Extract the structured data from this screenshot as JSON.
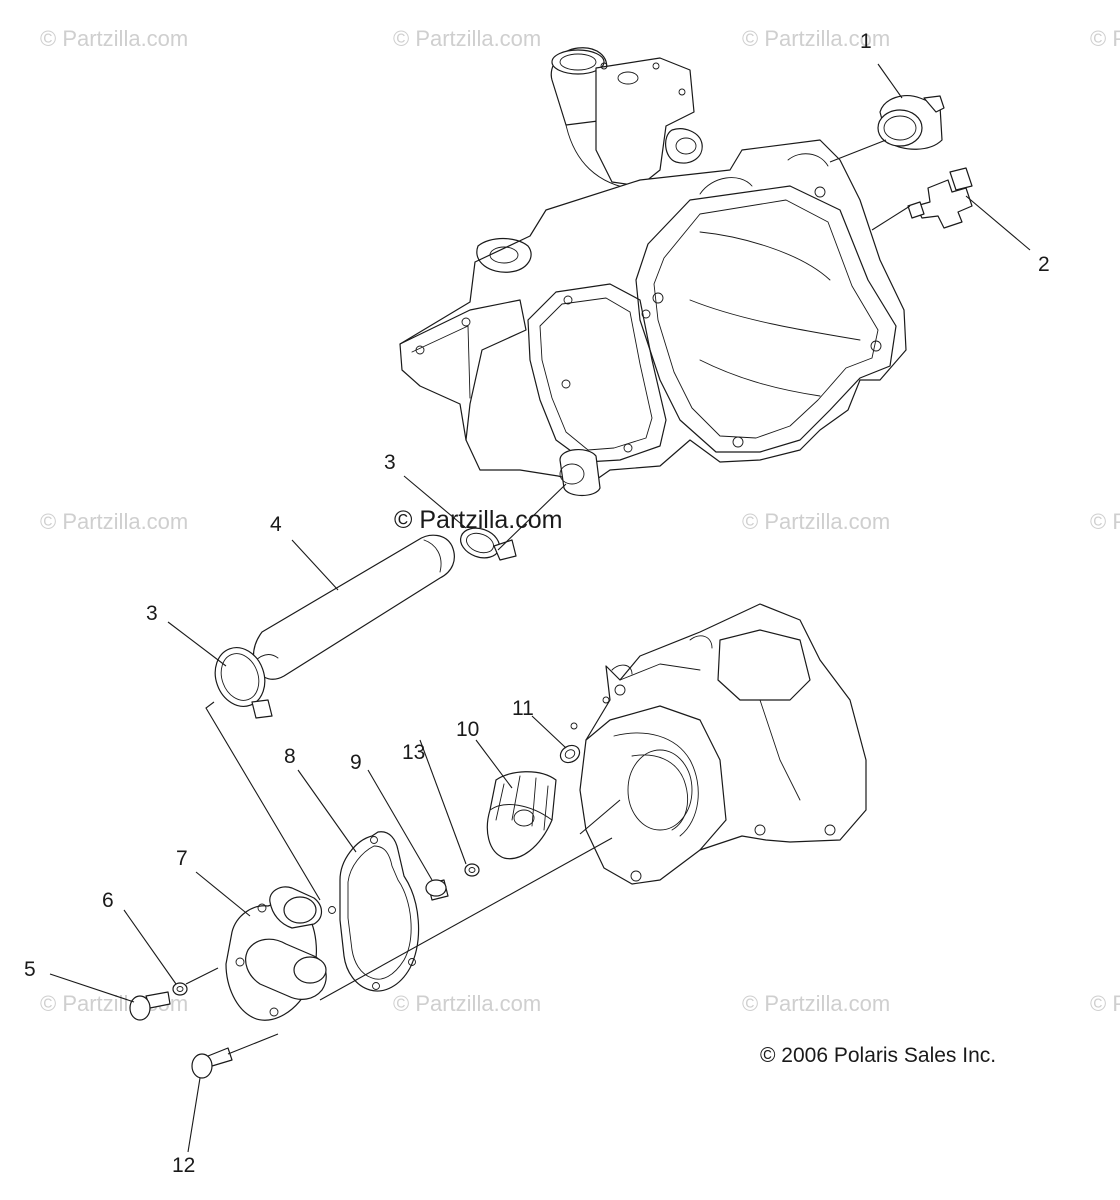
{
  "watermark": {
    "text": "© Partzilla.com",
    "center_text": "© Partzilla.com"
  },
  "copyright": "© 2006 Polaris Sales Inc.",
  "callouts": [
    {
      "id": "c1",
      "label": "1"
    },
    {
      "id": "c2",
      "label": "2"
    },
    {
      "id": "c3a",
      "label": "3"
    },
    {
      "id": "c4",
      "label": "4"
    },
    {
      "id": "c3b",
      "label": "3"
    },
    {
      "id": "c10",
      "label": "10"
    },
    {
      "id": "c11",
      "label": "11"
    },
    {
      "id": "c13",
      "label": "13"
    },
    {
      "id": "c8",
      "label": "8"
    },
    {
      "id": "c9",
      "label": "9"
    },
    {
      "id": "c7",
      "label": "7"
    },
    {
      "id": "c6",
      "label": "6"
    },
    {
      "id": "c5",
      "label": "5"
    },
    {
      "id": "c12",
      "label": "12"
    }
  ]
}
